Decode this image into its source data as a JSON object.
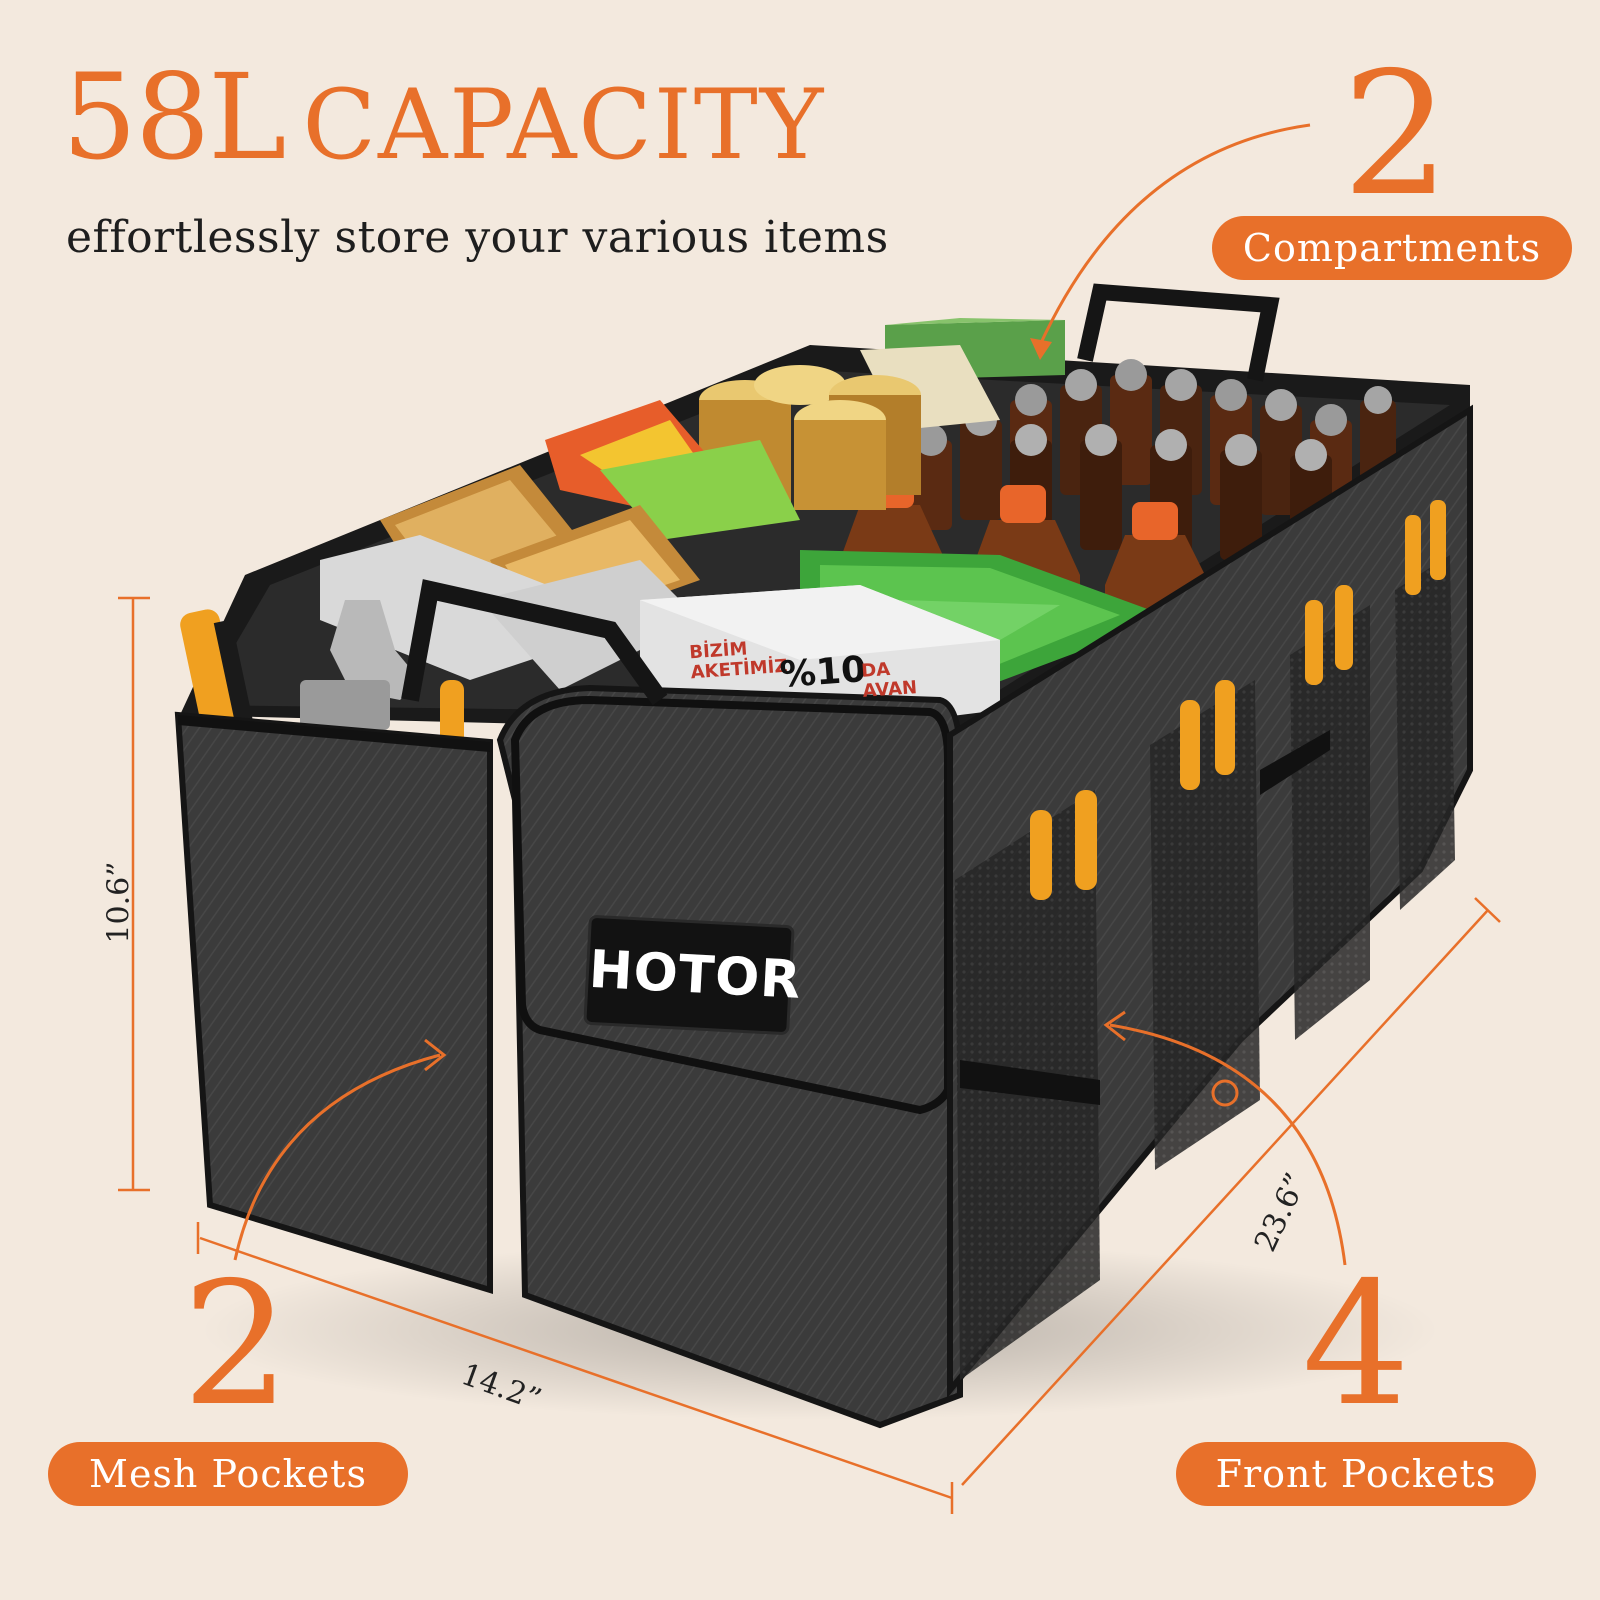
{
  "headline": {
    "number": "58L",
    "word": "CAPACITY"
  },
  "subline": "effortlessly store your various items",
  "callouts": {
    "compartments": {
      "count": "2",
      "label": "Compartments"
    },
    "mesh_pockets": {
      "count": "2",
      "label": "Mesh Pockets"
    },
    "front_pockets": {
      "count": "4",
      "label": "Front Pockets"
    }
  },
  "dimensions": {
    "height": "10.6”",
    "width": "14.2”",
    "length": "23.6”"
  },
  "brand": "HOTOR",
  "packaging_text": {
    "line1": "BİZİM",
    "line2": "AKETİMİZ",
    "percent": "%10",
    "suffix1": "DA",
    "suffix2": "AVAN"
  },
  "colors": {
    "accent": "#e8702a",
    "background": "#f3e9de",
    "bag": "#3a3a3a",
    "bag_dark": "#1c1c1c",
    "tool_handle": "#f0a020"
  }
}
